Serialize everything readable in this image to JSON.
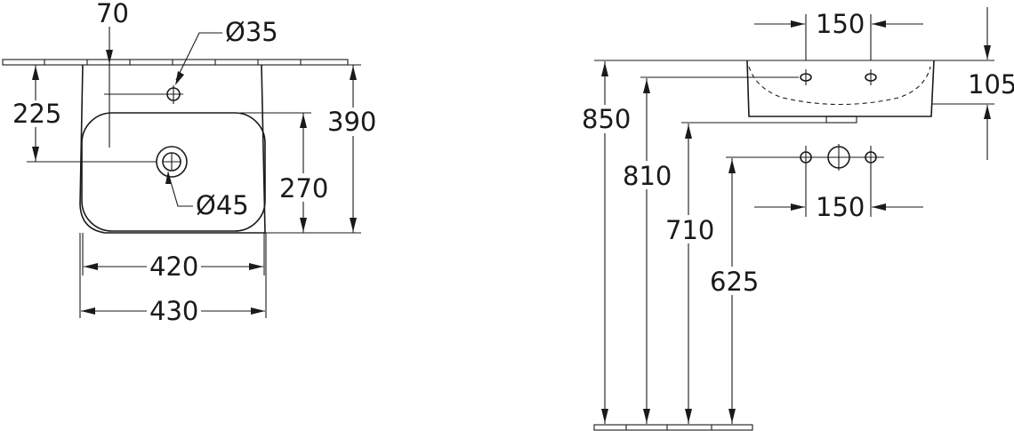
{
  "top_view": {
    "dim_tap_offset": "70",
    "dim_tap_hole": "35",
    "dim_overflow_pos": "225",
    "dim_waste_hole": "45",
    "dim_bowl_depth": "270",
    "dim_total_depth": "390",
    "dim_bowl_width": "420",
    "dim_total_width": "430"
  },
  "side_view": {
    "dim_tap_spacing_top": "150",
    "dim_basin_height": "105",
    "dim_850": "850",
    "dim_810": "810",
    "dim_710": "710",
    "dim_625": "625",
    "dim_fitting_spacing": "150"
  },
  "symbols": {
    "diameter": "Ø"
  }
}
